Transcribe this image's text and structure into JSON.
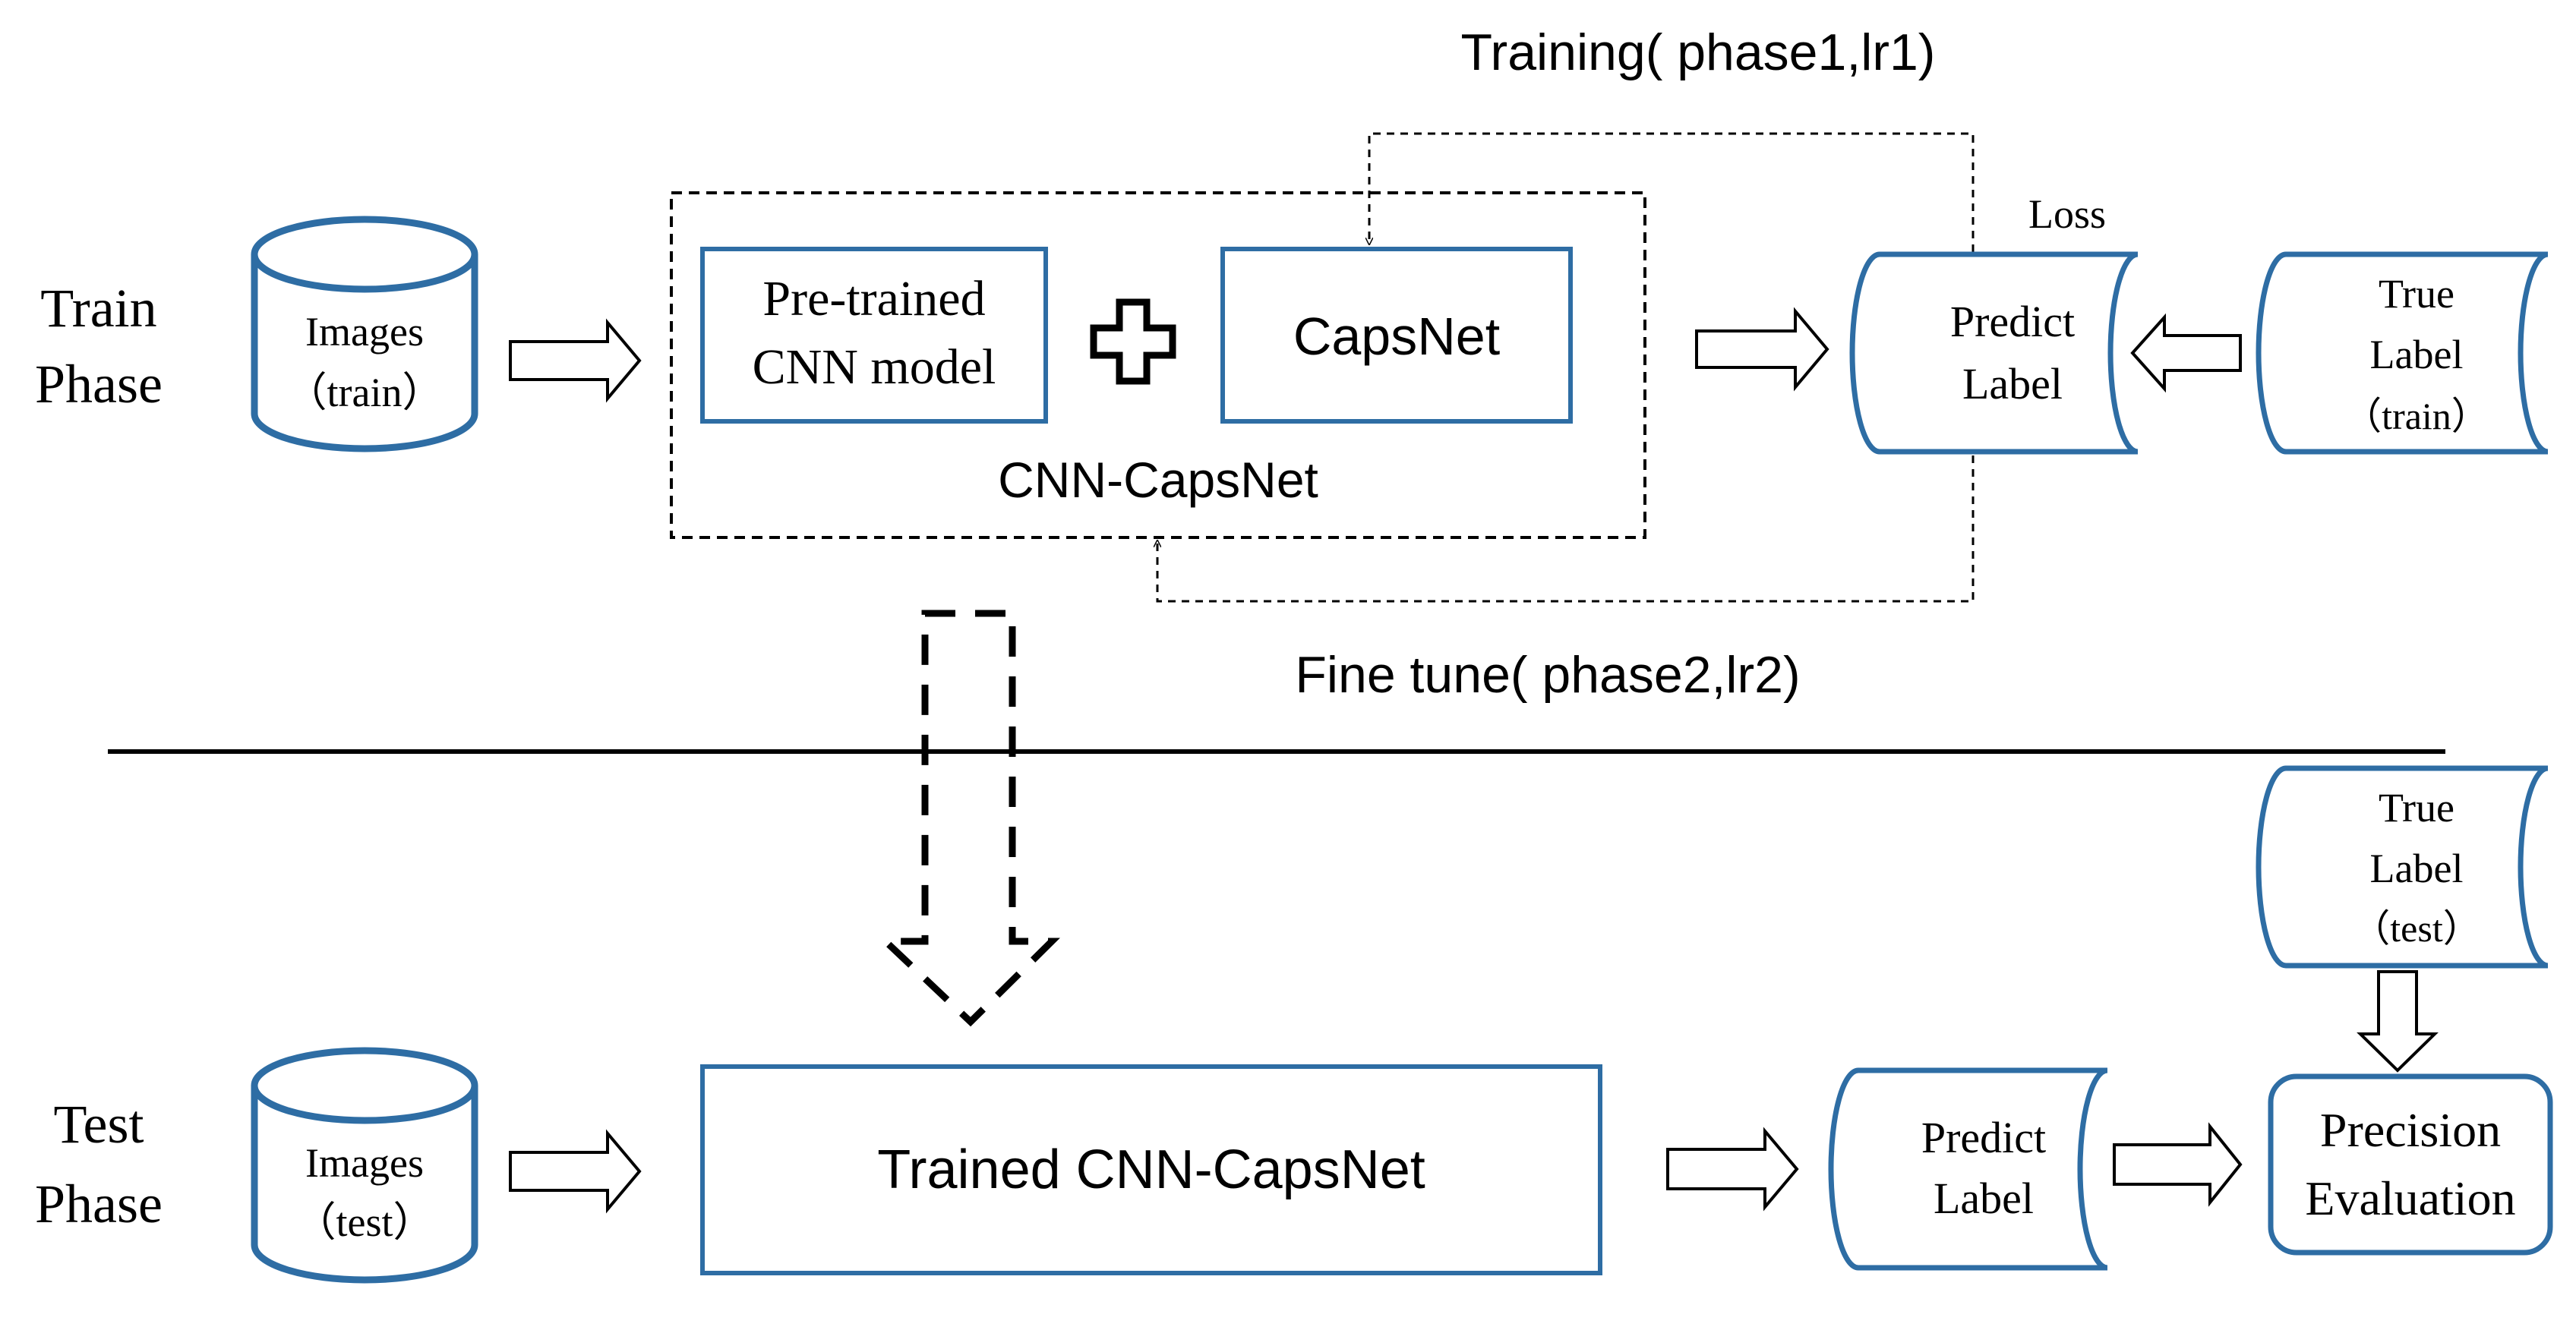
{
  "train_phase": {
    "label_line1": "Train",
    "label_line2": "Phase",
    "images": {
      "line1": "Images",
      "line2": "（train）"
    },
    "pretrained": {
      "line1": "Pre-trained",
      "line2": "CNN model"
    },
    "capsnet": "CapsNet",
    "group_label": "CNN-CapsNet",
    "training_label": "Training( phase1,lr1)",
    "finetune_label": "Fine tune( phase2,lr2)",
    "loss_label": "Loss",
    "predict": {
      "line1": "Predict",
      "line2": "Label"
    },
    "true_label": {
      "line1": "True",
      "line2": "Label",
      "line3": "（train）"
    }
  },
  "test_phase": {
    "label_line1": "Test",
    "label_line2": "Phase",
    "images": {
      "line1": "Images",
      "line2": "（test）"
    },
    "trained_model": "Trained CNN-CapsNet",
    "predict": {
      "line1": "Predict",
      "line2": "Label"
    },
    "true_label": {
      "line1": "True",
      "line2": "Label",
      "line3": "（test）"
    },
    "evaluation": {
      "line1": "Precision",
      "line2": "Evaluation"
    }
  },
  "colors": {
    "box_stroke": "#2E6DA4",
    "line": "#000000",
    "text": "#000000"
  }
}
